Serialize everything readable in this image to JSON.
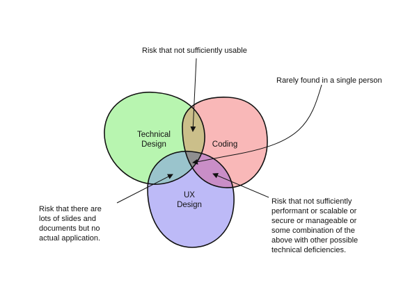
{
  "circles": {
    "technical_design": {
      "label": "Technical\nDesign",
      "fill": "#b8f5b0"
    },
    "coding": {
      "label": "Coding",
      "fill": "#f9b8b8"
    },
    "ux_design": {
      "label": "UX\nDesign",
      "fill": "#bdbaf7"
    }
  },
  "overlap_colors": {
    "tech_coding": "#cbbf8a",
    "tech_ux": "#9ac4cc",
    "coding_ux": "#c98ec7",
    "center": "#8f8f8f"
  },
  "annotations": {
    "usable": "Risk that not sufficiently usable",
    "single_person": "Rarely found in a single person",
    "slides": "Risk that there are\nlots of slides and\ndocuments but no\nactual application.",
    "performant": "Risk that not sufficiently\nperformant or scalable or\nsecure or manageable or\nsome combination of the\nabove with other possible\ntechnical deficiencies."
  }
}
